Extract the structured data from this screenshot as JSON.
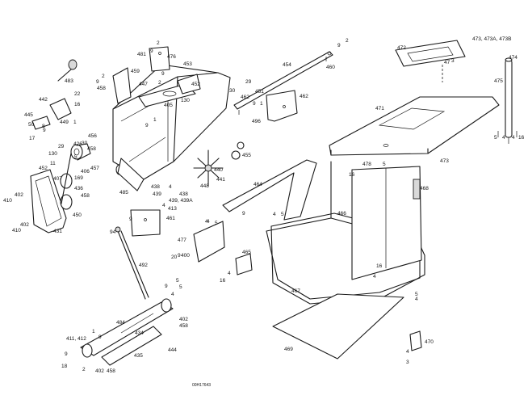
{
  "drawing_code": "00H17643",
  "callouts": [
    {
      "id": "c474",
      "text": "474"
    },
    {
      "id": "c473a",
      "text": "473, 473A, 473B"
    },
    {
      "id": "c472",
      "text": "472"
    },
    {
      "id": "c47",
      "text": "47"
    },
    {
      "id": "c3a",
      "text": "3"
    },
    {
      "id": "c475",
      "text": "475"
    },
    {
      "id": "c471",
      "text": "471"
    },
    {
      "id": "c473",
      "text": "473"
    },
    {
      "id": "c5r",
      "text": "5"
    },
    {
      "id": "c4r",
      "text": "4"
    },
    {
      "id": "c4r2",
      "text": "4"
    },
    {
      "id": "c16r",
      "text": "16"
    },
    {
      "id": "c454",
      "text": "454"
    },
    {
      "id": "c460",
      "text": "460"
    },
    {
      "id": "c2a",
      "text": "2"
    },
    {
      "id": "c9a",
      "text": "9"
    },
    {
      "id": "c2b",
      "text": "2"
    },
    {
      "id": "c9b",
      "text": "9"
    },
    {
      "id": "c481",
      "text": "481"
    },
    {
      "id": "c476",
      "text": "476"
    },
    {
      "id": "c453",
      "text": "453"
    },
    {
      "id": "c483",
      "text": "483"
    },
    {
      "id": "c2c",
      "text": "2"
    },
    {
      "id": "c9c",
      "text": "9"
    },
    {
      "id": "c458a",
      "text": "458"
    },
    {
      "id": "c459",
      "text": "459"
    },
    {
      "id": "c462",
      "text": "462"
    },
    {
      "id": "c447",
      "text": "447"
    },
    {
      "id": "c452",
      "text": "452"
    },
    {
      "id": "c9d",
      "text": "9"
    },
    {
      "id": "c2d",
      "text": "2"
    },
    {
      "id": "c130a",
      "text": "130"
    },
    {
      "id": "c405",
      "text": "405"
    },
    {
      "id": "c30a",
      "text": "30"
    },
    {
      "id": "c29a",
      "text": "29"
    },
    {
      "id": "c451",
      "text": "451"
    },
    {
      "id": "c1a",
      "text": "1"
    },
    {
      "id": "c9e",
      "text": "9"
    },
    {
      "id": "c462b",
      "text": "462"
    },
    {
      "id": "c442",
      "text": "442"
    },
    {
      "id": "c22",
      "text": "22"
    },
    {
      "id": "c16a",
      "text": "16"
    },
    {
      "id": "c445",
      "text": "445"
    },
    {
      "id": "c50",
      "text": "50"
    },
    {
      "id": "c8",
      "text": "8"
    },
    {
      "id": "c9f",
      "text": "9"
    },
    {
      "id": "c449",
      "text": "449"
    },
    {
      "id": "c1b",
      "text": "1"
    },
    {
      "id": "c17",
      "text": "17"
    },
    {
      "id": "c456",
      "text": "456"
    },
    {
      "id": "c496",
      "text": "496"
    },
    {
      "id": "c455",
      "text": "455"
    },
    {
      "id": "c1c",
      "text": "1"
    },
    {
      "id": "c9g",
      "text": "9"
    },
    {
      "id": "c478",
      "text": "478"
    },
    {
      "id": "c5b",
      "text": "5"
    },
    {
      "id": "c29b",
      "text": "29"
    },
    {
      "id": "c426",
      "text": "426"
    },
    {
      "id": "c30b",
      "text": "30"
    },
    {
      "id": "c458b",
      "text": "458"
    },
    {
      "id": "c130b",
      "text": "130"
    },
    {
      "id": "c5c",
      "text": "5"
    },
    {
      "id": "c452b",
      "text": "452"
    },
    {
      "id": "c11",
      "text": "11"
    },
    {
      "id": "c457",
      "text": "457"
    },
    {
      "id": "c406",
      "text": "406"
    },
    {
      "id": "c407",
      "text": "407"
    },
    {
      "id": "c169",
      "text": "169"
    },
    {
      "id": "c436",
      "text": "436"
    },
    {
      "id": "c458c",
      "text": "458"
    },
    {
      "id": "c402a",
      "text": "402"
    },
    {
      "id": "c410a",
      "text": "410"
    },
    {
      "id": "c402b",
      "text": "402"
    },
    {
      "id": "c410b",
      "text": "410"
    },
    {
      "id": "c450",
      "text": "450"
    },
    {
      "id": "c431",
      "text": "431"
    },
    {
      "id": "c485",
      "text": "485"
    },
    {
      "id": "c4a",
      "text": "4"
    },
    {
      "id": "c438a",
      "text": "438"
    },
    {
      "id": "c439a",
      "text": "439"
    },
    {
      "id": "c439b",
      "text": "439, 439A"
    },
    {
      "id": "c438b",
      "text": "438"
    },
    {
      "id": "c4b",
      "text": "4"
    },
    {
      "id": "c413",
      "text": "413"
    },
    {
      "id": "c440",
      "text": "440"
    },
    {
      "id": "c441",
      "text": "441"
    },
    {
      "id": "c448",
      "text": "448"
    },
    {
      "id": "c464",
      "text": "464"
    },
    {
      "id": "c16b",
      "text": "16"
    },
    {
      "id": "c468",
      "text": "468"
    },
    {
      "id": "c466",
      "text": "466"
    },
    {
      "id": "c4c",
      "text": "4"
    },
    {
      "id": "c5d",
      "text": "5"
    },
    {
      "id": "c9h",
      "text": "9"
    },
    {
      "id": "c4d",
      "text": "4"
    },
    {
      "id": "c9i",
      "text": "9"
    },
    {
      "id": "c461",
      "text": "461"
    },
    {
      "id": "c4e",
      "text": "4"
    },
    {
      "id": "c5e",
      "text": "5"
    },
    {
      "id": "c94",
      "text": "94"
    },
    {
      "id": "c477",
      "text": "477"
    },
    {
      "id": "c9j",
      "text": "9"
    },
    {
      "id": "c20",
      "text": "20"
    },
    {
      "id": "c400",
      "text": "400"
    },
    {
      "id": "c465",
      "text": "465"
    },
    {
      "id": "c4f",
      "text": "4"
    },
    {
      "id": "c16c",
      "text": "16"
    },
    {
      "id": "c16d",
      "text": "16"
    },
    {
      "id": "c4g",
      "text": "4"
    },
    {
      "id": "c467",
      "text": "467"
    },
    {
      "id": "c492",
      "text": "492"
    },
    {
      "id": "c9k",
      "text": "9"
    },
    {
      "id": "c5f",
      "text": "5"
    },
    {
      "id": "c5g",
      "text": "5"
    },
    {
      "id": "c4h",
      "text": "4"
    },
    {
      "id": "c5h",
      "text": "5"
    },
    {
      "id": "c4i",
      "text": "4"
    },
    {
      "id": "c484",
      "text": "484"
    },
    {
      "id": "c402c",
      "text": "402"
    },
    {
      "id": "c458d",
      "text": "458"
    },
    {
      "id": "c411",
      "text": "411, 412"
    },
    {
      "id": "c1d",
      "text": "1"
    },
    {
      "id": "c9l",
      "text": "9"
    },
    {
      "id": "c434",
      "text": "434"
    },
    {
      "id": "c444",
      "text": "444"
    },
    {
      "id": "c435",
      "text": "435"
    },
    {
      "id": "c469",
      "text": "469"
    },
    {
      "id": "c470",
      "text": "470"
    },
    {
      "id": "c4j",
      "text": "4"
    },
    {
      "id": "c3b",
      "text": "3"
    },
    {
      "id": "c9m",
      "text": "9"
    },
    {
      "id": "c18",
      "text": "18"
    },
    {
      "id": "c2e",
      "text": "2"
    },
    {
      "id": "c402d",
      "text": "402"
    },
    {
      "id": "c458e",
      "text": "458"
    }
  ]
}
